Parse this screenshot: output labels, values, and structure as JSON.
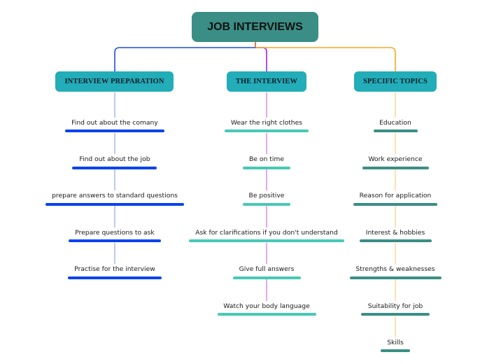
{
  "title": "JOB INTERVIEWS",
  "colors": {
    "root": "#3a8e85",
    "category": "#22adb8",
    "branch_preparation": "#1a4ed8",
    "branch_interview": "#a020f0",
    "branch_topics": "#f5a623",
    "root_stem": "#e07b39"
  },
  "branches": [
    {
      "label": "INTERVIEW PREPARATION",
      "underline_color": "#0a43f0",
      "line_color": "#8fa8e8",
      "items": [
        "Find out about the comany",
        "Find out about the job",
        "prepare answers to standard questions",
        "Prepare questions to ask",
        "Practise for the interview"
      ]
    },
    {
      "label": "THE INTERVIEW",
      "underline_color": "#47c9b4",
      "line_color": "#d86be0",
      "items": [
        "Wear the right clothes",
        "Be on time",
        "Be positive",
        "Ask for clarifications if you don't understand",
        "Give full answers",
        "Watch your body language"
      ]
    },
    {
      "label": "SPECIFIC TOPICS",
      "underline_color": "#3a8e85",
      "line_color": "#f7cf7e",
      "items": [
        "Education",
        "Work experience",
        "Reason for application",
        "Interest & hobbies",
        "Strengths & weaknesses",
        "Suitability for job",
        "Skills"
      ]
    }
  ]
}
